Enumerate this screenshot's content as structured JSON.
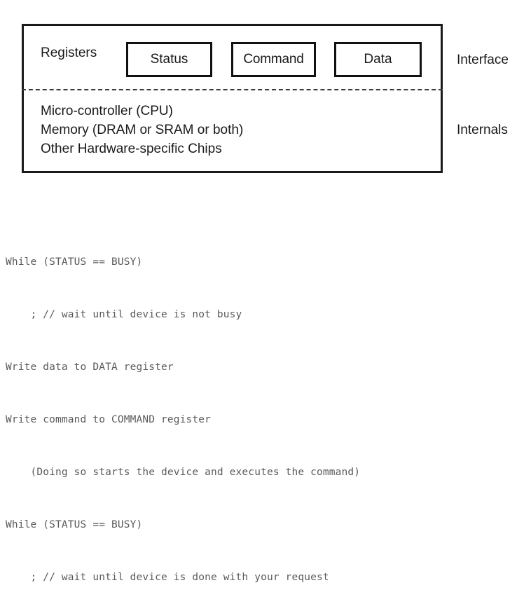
{
  "diagram": {
    "title_row": {
      "registers_label": "Registers",
      "registers": [
        {
          "name": "status-register",
          "label": "Status"
        },
        {
          "name": "command-register",
          "label": "Command"
        },
        {
          "name": "data-register",
          "label": "Data"
        }
      ]
    },
    "internals": [
      "Micro-controller (CPU)",
      "Memory (DRAM or SRAM or both)",
      "Other Hardware-specific Chips"
    ],
    "side_labels": {
      "interface": "Interface",
      "internals": "Internals"
    },
    "colors": {
      "border": "#1a1a1a",
      "divider": "#3a3a3a",
      "text": "#1a1a1a",
      "code_text": "#5a5a5a",
      "background": "#ffffff"
    }
  },
  "code": {
    "lines": [
      "While (STATUS == BUSY)",
      "    ; // wait until device is not busy",
      "Write data to DATA register",
      "Write command to COMMAND register",
      "    (Doing so starts the device and executes the command)",
      "While (STATUS == BUSY)",
      "    ; // wait until device is done with your request"
    ]
  }
}
